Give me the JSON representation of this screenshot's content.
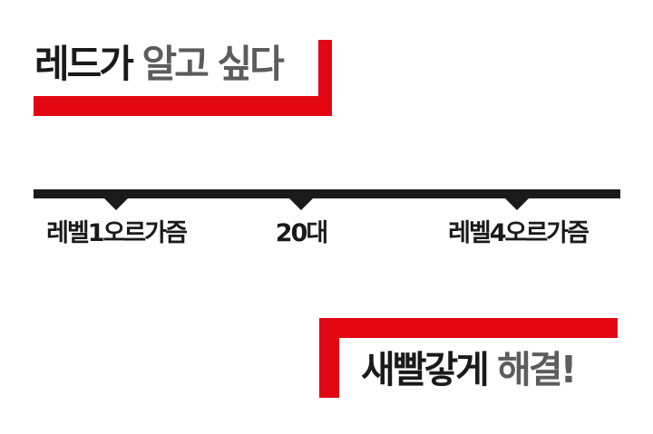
{
  "headline_top": {
    "dark_part": "레드가",
    "grey_part": "알고 싶다"
  },
  "timeline": {
    "labels": [
      "레벨1오르가즘",
      "20대",
      "레벨4오르가즘"
    ]
  },
  "headline_bottom": {
    "dark_part": "새빨갛게",
    "grey_part": "해결!"
  },
  "colors": {
    "accent_red": "#e30613",
    "dark": "#1a1a1a",
    "grey": "#5c5c5c"
  }
}
